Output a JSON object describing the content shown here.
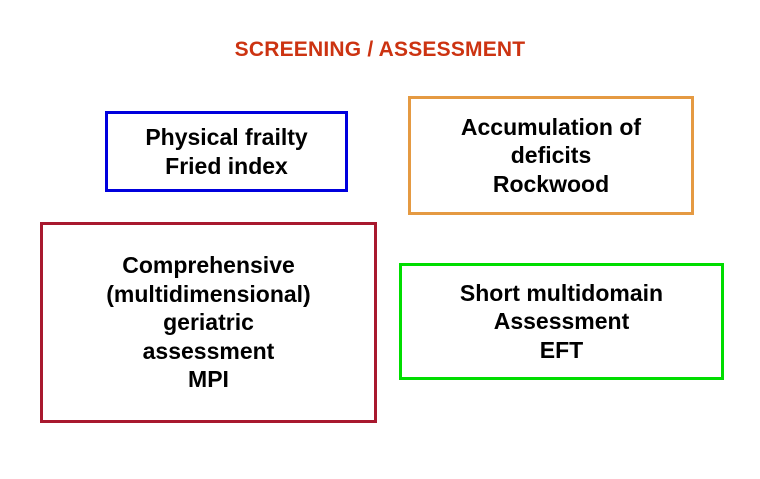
{
  "slide": {
    "title": "SCREENING / ASSESSMENT",
    "title_color": "#cc3311",
    "background_color": "#ffffff",
    "text_color": "#000000"
  },
  "boxes": [
    {
      "id": "physical-frailty",
      "text": "Physical frailty\nFried index",
      "border_color": "#0000dd",
      "lines": [
        "Physical frailty",
        "Fried index"
      ]
    },
    {
      "id": "accumulation-deficits",
      "text": "Accumulation of\ndeficits\nRockwood",
      "border_color": "#e59a42",
      "lines": [
        "Accumulation of",
        "deficits",
        "Rockwood"
      ]
    },
    {
      "id": "comprehensive-assessment",
      "text": "Comprehensive\n(multidimensional)\ngeriatric\nassessment\nMPI",
      "border_color": "#a8182e",
      "lines": [
        "Comprehensive",
        "(multidimensional)",
        "geriatric",
        "assessment",
        "MPI"
      ]
    },
    {
      "id": "short-multidomain",
      "text": "Short multidomain\nAssessment\nEFT",
      "border_color": "#00dd00",
      "lines": [
        "Short multidomain",
        "Assessment",
        "EFT"
      ]
    }
  ]
}
